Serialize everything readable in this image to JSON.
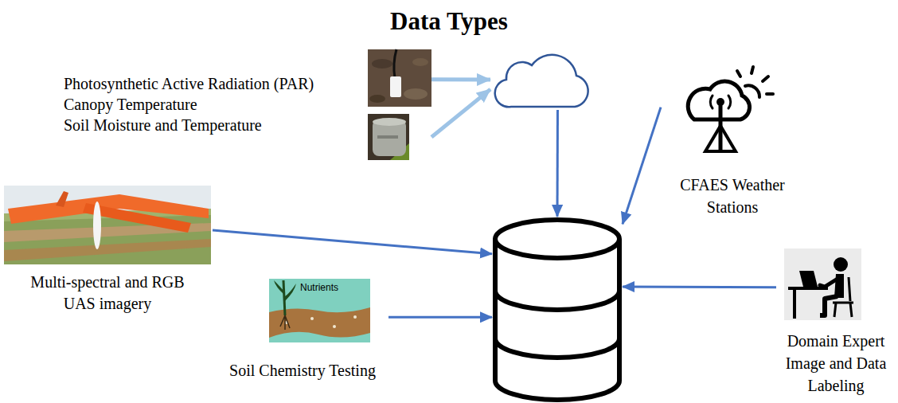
{
  "diagram": {
    "title": "Data Types",
    "nodes": [
      {
        "text": [
          "Photosynthetic Active Radiation (PAR)",
          "Canopy Temperature",
          "Soil Moisture and Temperature"
        ]
      },
      {
        "text": []
      },
      {
        "text": [
          "CFAES Weather Stations"
        ]
      },
      {
        "text": [
          "Multi-spectral and RGB UAS imagery"
        ]
      },
      {
        "text": [
          "Soil Chemistry Testing"
        ]
      },
      {
        "text": []
      },
      {
        "text": [
          "Domain Expert Image and Data Labeling"
        ]
      }
    ],
    "edges": [
      {
        "from": 0,
        "to": 1,
        "arrow": "to"
      },
      {
        "from": 0,
        "to": 1,
        "arrow": "to"
      },
      {
        "from": 1,
        "to": 5,
        "arrow": "to"
      },
      {
        "from": 2,
        "to": 5,
        "arrow": "to"
      },
      {
        "from": 3,
        "to": 5,
        "arrow": "to"
      },
      {
        "from": 4,
        "to": 5,
        "arrow": "to"
      },
      {
        "from": 6,
        "to": 5,
        "arrow": "to"
      }
    ],
    "labels": [
      "Nutrients"
    ]
  }
}
